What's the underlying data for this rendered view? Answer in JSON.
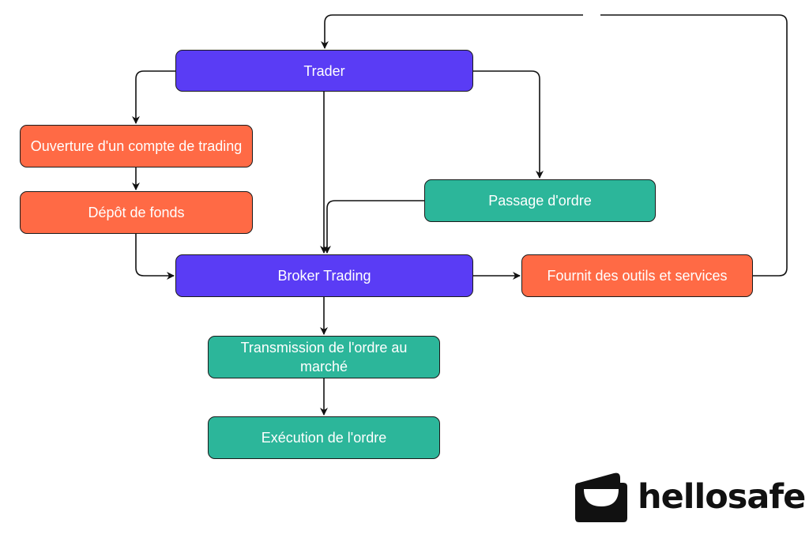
{
  "diagram": {
    "nodes": {
      "trader": {
        "label": "Trader",
        "color": "#5a3cf5"
      },
      "ouverture": {
        "label": "Ouverture d'un compte de trading",
        "color": "#ff6a45"
      },
      "depot": {
        "label": "Dépôt de fonds",
        "color": "#ff6a45"
      },
      "passage": {
        "label": "Passage d'ordre",
        "color": "#2cb69a"
      },
      "broker": {
        "label": "Broker Trading",
        "color": "#5a3cf5"
      },
      "fournit": {
        "label": "Fournit des outils et services",
        "color": "#ff6a45"
      },
      "transmission": {
        "label": "Transmission de l'ordre au marché",
        "color": "#2cb69a"
      },
      "execution": {
        "label": "Exécution de l'ordre",
        "color": "#2cb69a"
      }
    },
    "edges": [
      {
        "from": "trader",
        "to": "ouverture"
      },
      {
        "from": "trader",
        "to": "passage"
      },
      {
        "from": "trader",
        "to": "broker"
      },
      {
        "from": "ouverture",
        "to": "depot"
      },
      {
        "from": "depot",
        "to": "broker"
      },
      {
        "from": "passage",
        "to": "broker"
      },
      {
        "from": "broker",
        "to": "fournit"
      },
      {
        "from": "fournit",
        "to": "trader"
      },
      {
        "from": "broker",
        "to": "transmission"
      },
      {
        "from": "transmission",
        "to": "execution"
      }
    ]
  },
  "branding": {
    "logo_text": "hellosafe",
    "logo_icon": "wallet-smile-icon"
  }
}
